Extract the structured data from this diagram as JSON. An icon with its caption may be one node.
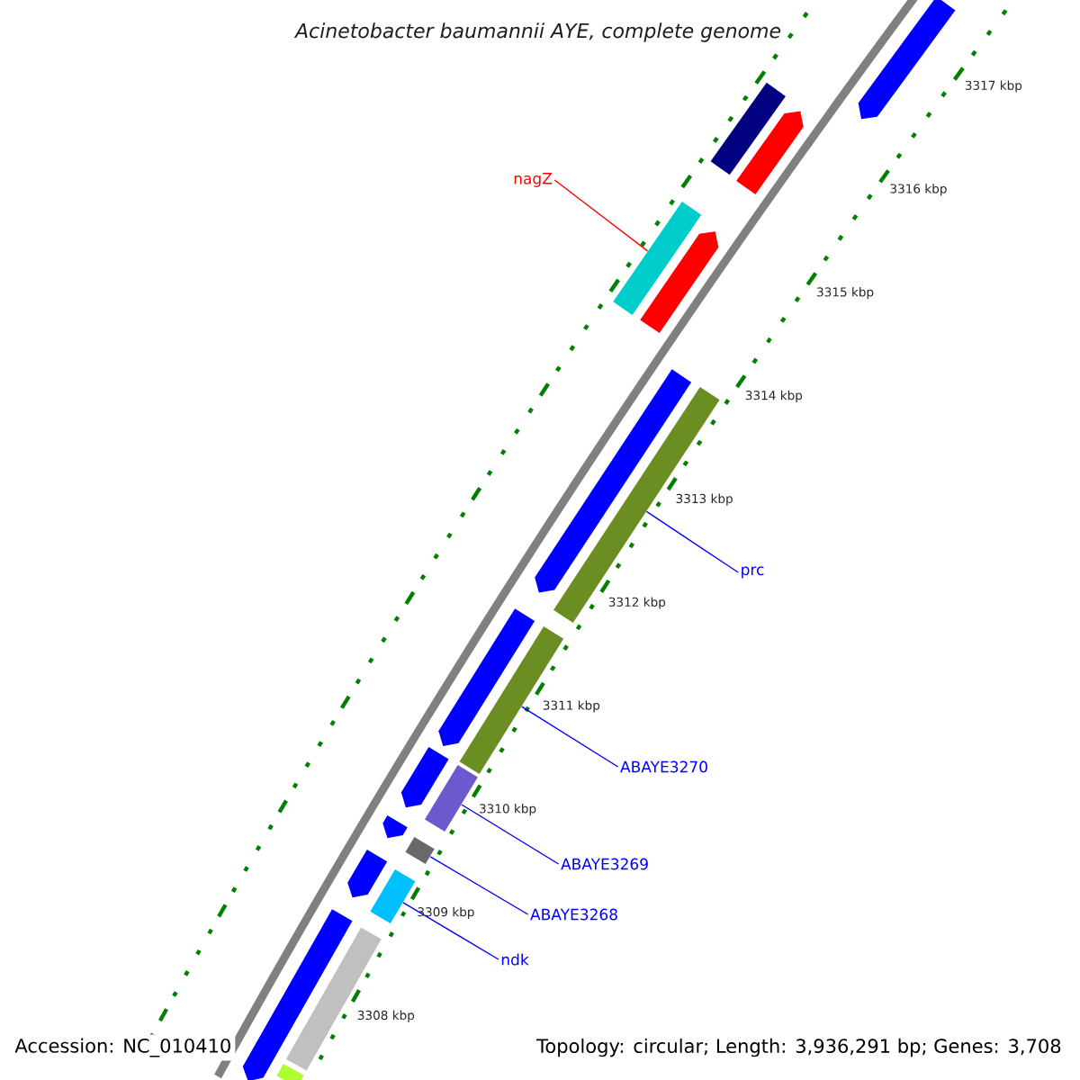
{
  "diagram": {
    "title": "Acinetobacter baumannii AYE, complete genome",
    "nodes": [
      {
        "text": [
          "nagZ"
        ]
      },
      {
        "text": [],
        "shape": "bar"
      },
      {
        "text": [
          "prc"
        ]
      },
      {
        "text": [],
        "shape": "bar"
      },
      {
        "text": [
          "ABAYE3270"
        ]
      },
      {
        "text": [],
        "shape": "bar"
      },
      {
        "text": [
          "ABAYE3269"
        ]
      },
      {
        "text": [],
        "shape": "bar"
      },
      {
        "text": [
          "ABAYE3268"
        ]
      },
      {
        "text": [],
        "shape": "bar"
      },
      {
        "text": [
          "ndk"
        ]
      },
      {
        "text": [],
        "shape": "bar"
      },
      {
        "text": [],
        "shape": "pentagon"
      },
      {
        "text": [],
        "shape": "bar"
      },
      {
        "text": [],
        "shape": "pentagon"
      },
      {
        "text": [],
        "shape": "pentagon"
      },
      {
        "text": [],
        "shape": "pentagon"
      },
      {
        "text": [],
        "shape": "pentagon"
      },
      {
        "text": [],
        "shape": "pentagon"
      },
      {
        "text": [],
        "shape": "pentagon"
      },
      {
        "text": [],
        "shape": "pentagon"
      },
      {
        "text": [],
        "shape": "pentagon"
      },
      {
        "text": [],
        "shape": "bar"
      },
      {
        "text": [],
        "shape": "bar"
      }
    ],
    "edges": [
      {
        "from": 0,
        "to": 1,
        "arrow": "none",
        "color": "#ff0000"
      },
      {
        "from": 2,
        "to": 3,
        "arrow": "none"
      },
      {
        "from": 4,
        "to": 5,
        "arrow": "none"
      },
      {
        "from": 6,
        "to": 7,
        "arrow": "none"
      },
      {
        "from": 8,
        "to": 9,
        "arrow": "none"
      },
      {
        "from": 10,
        "to": 11,
        "arrow": "none"
      }
    ],
    "labels": [
      "3317 kbp",
      "3316 kbp",
      "3315 kbp",
      "3314 kbp",
      "3313 kbp",
      "3312 kbp",
      "3311 kbp",
      "3310 kbp",
      "3309 kbp",
      "3308 kbp",
      "Accession: NC_010410",
      "Topology: circular; Length: 3,936,291 bp; Genes: 3,708"
    ]
  }
}
